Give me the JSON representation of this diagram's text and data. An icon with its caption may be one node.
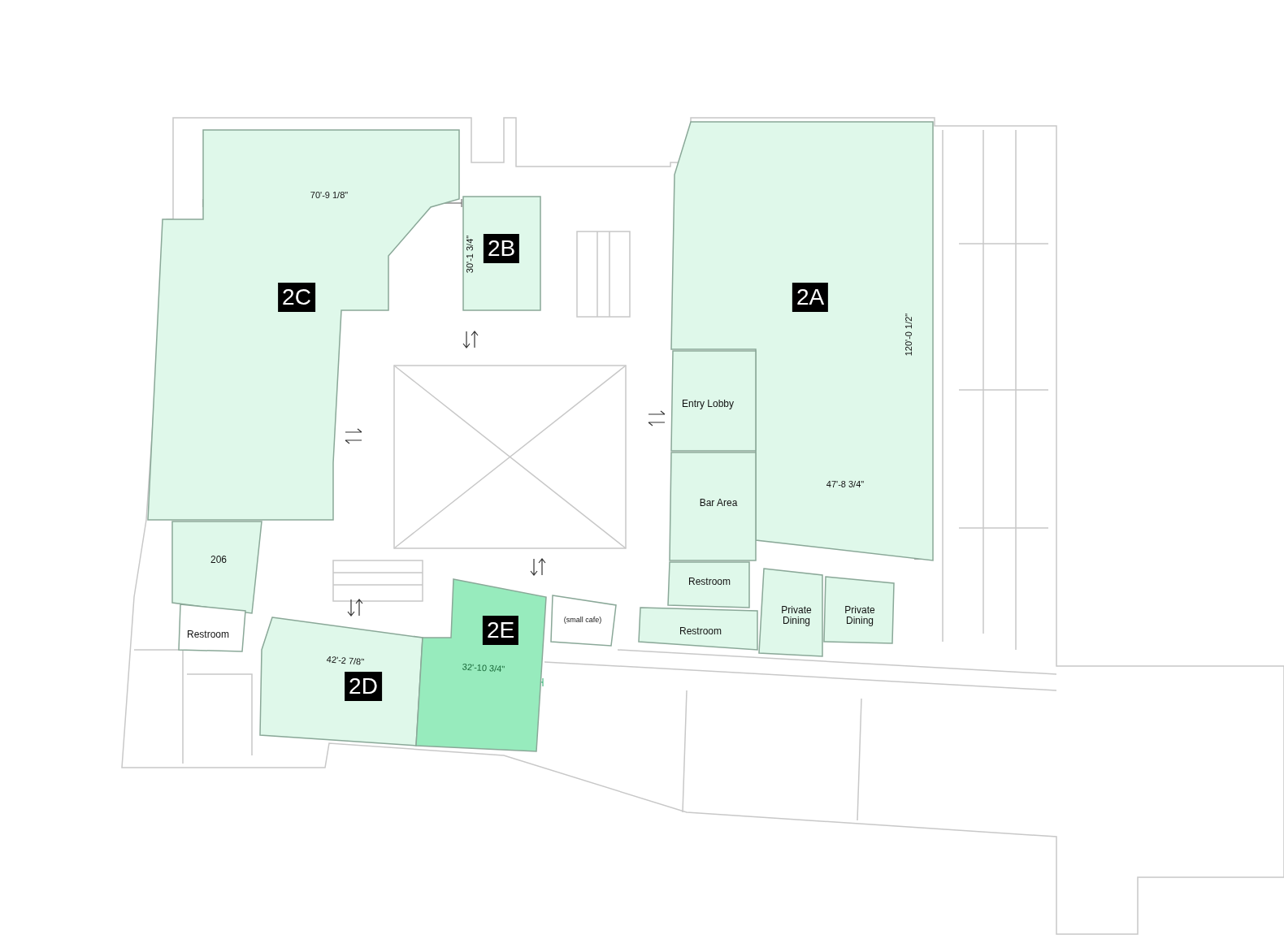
{
  "diagram": {
    "nodes": [
      {
        "text": [
          "2A"
        ]
      },
      {
        "text": [
          "Entry Lobby"
        ]
      },
      {
        "text": [
          "Bar Area"
        ]
      },
      {
        "text": [
          "Restroom"
        ]
      },
      {
        "text": [
          "Restroom"
        ]
      },
      {
        "text": [
          "Private Dining"
        ]
      },
      {
        "text": [
          "Private Dining"
        ]
      },
      {
        "text": [
          "2B"
        ]
      },
      {
        "text": [
          "2C"
        ]
      },
      {
        "text": [
          "206"
        ]
      },
      {
        "text": [
          "Restroom"
        ]
      },
      {
        "text": [
          "2D"
        ]
      },
      {
        "text": [
          "2E"
        ]
      },
      {
        "text": [
          "(small cafe)"
        ]
      }
    ],
    "labels": [
      "70'-9 1/8\"",
      "30'-1 3/4\"",
      "120'-0 1/2\"",
      "47'-8 3/4\"",
      "42'-2 7/8\"",
      "32'-10 3/4\""
    ]
  }
}
